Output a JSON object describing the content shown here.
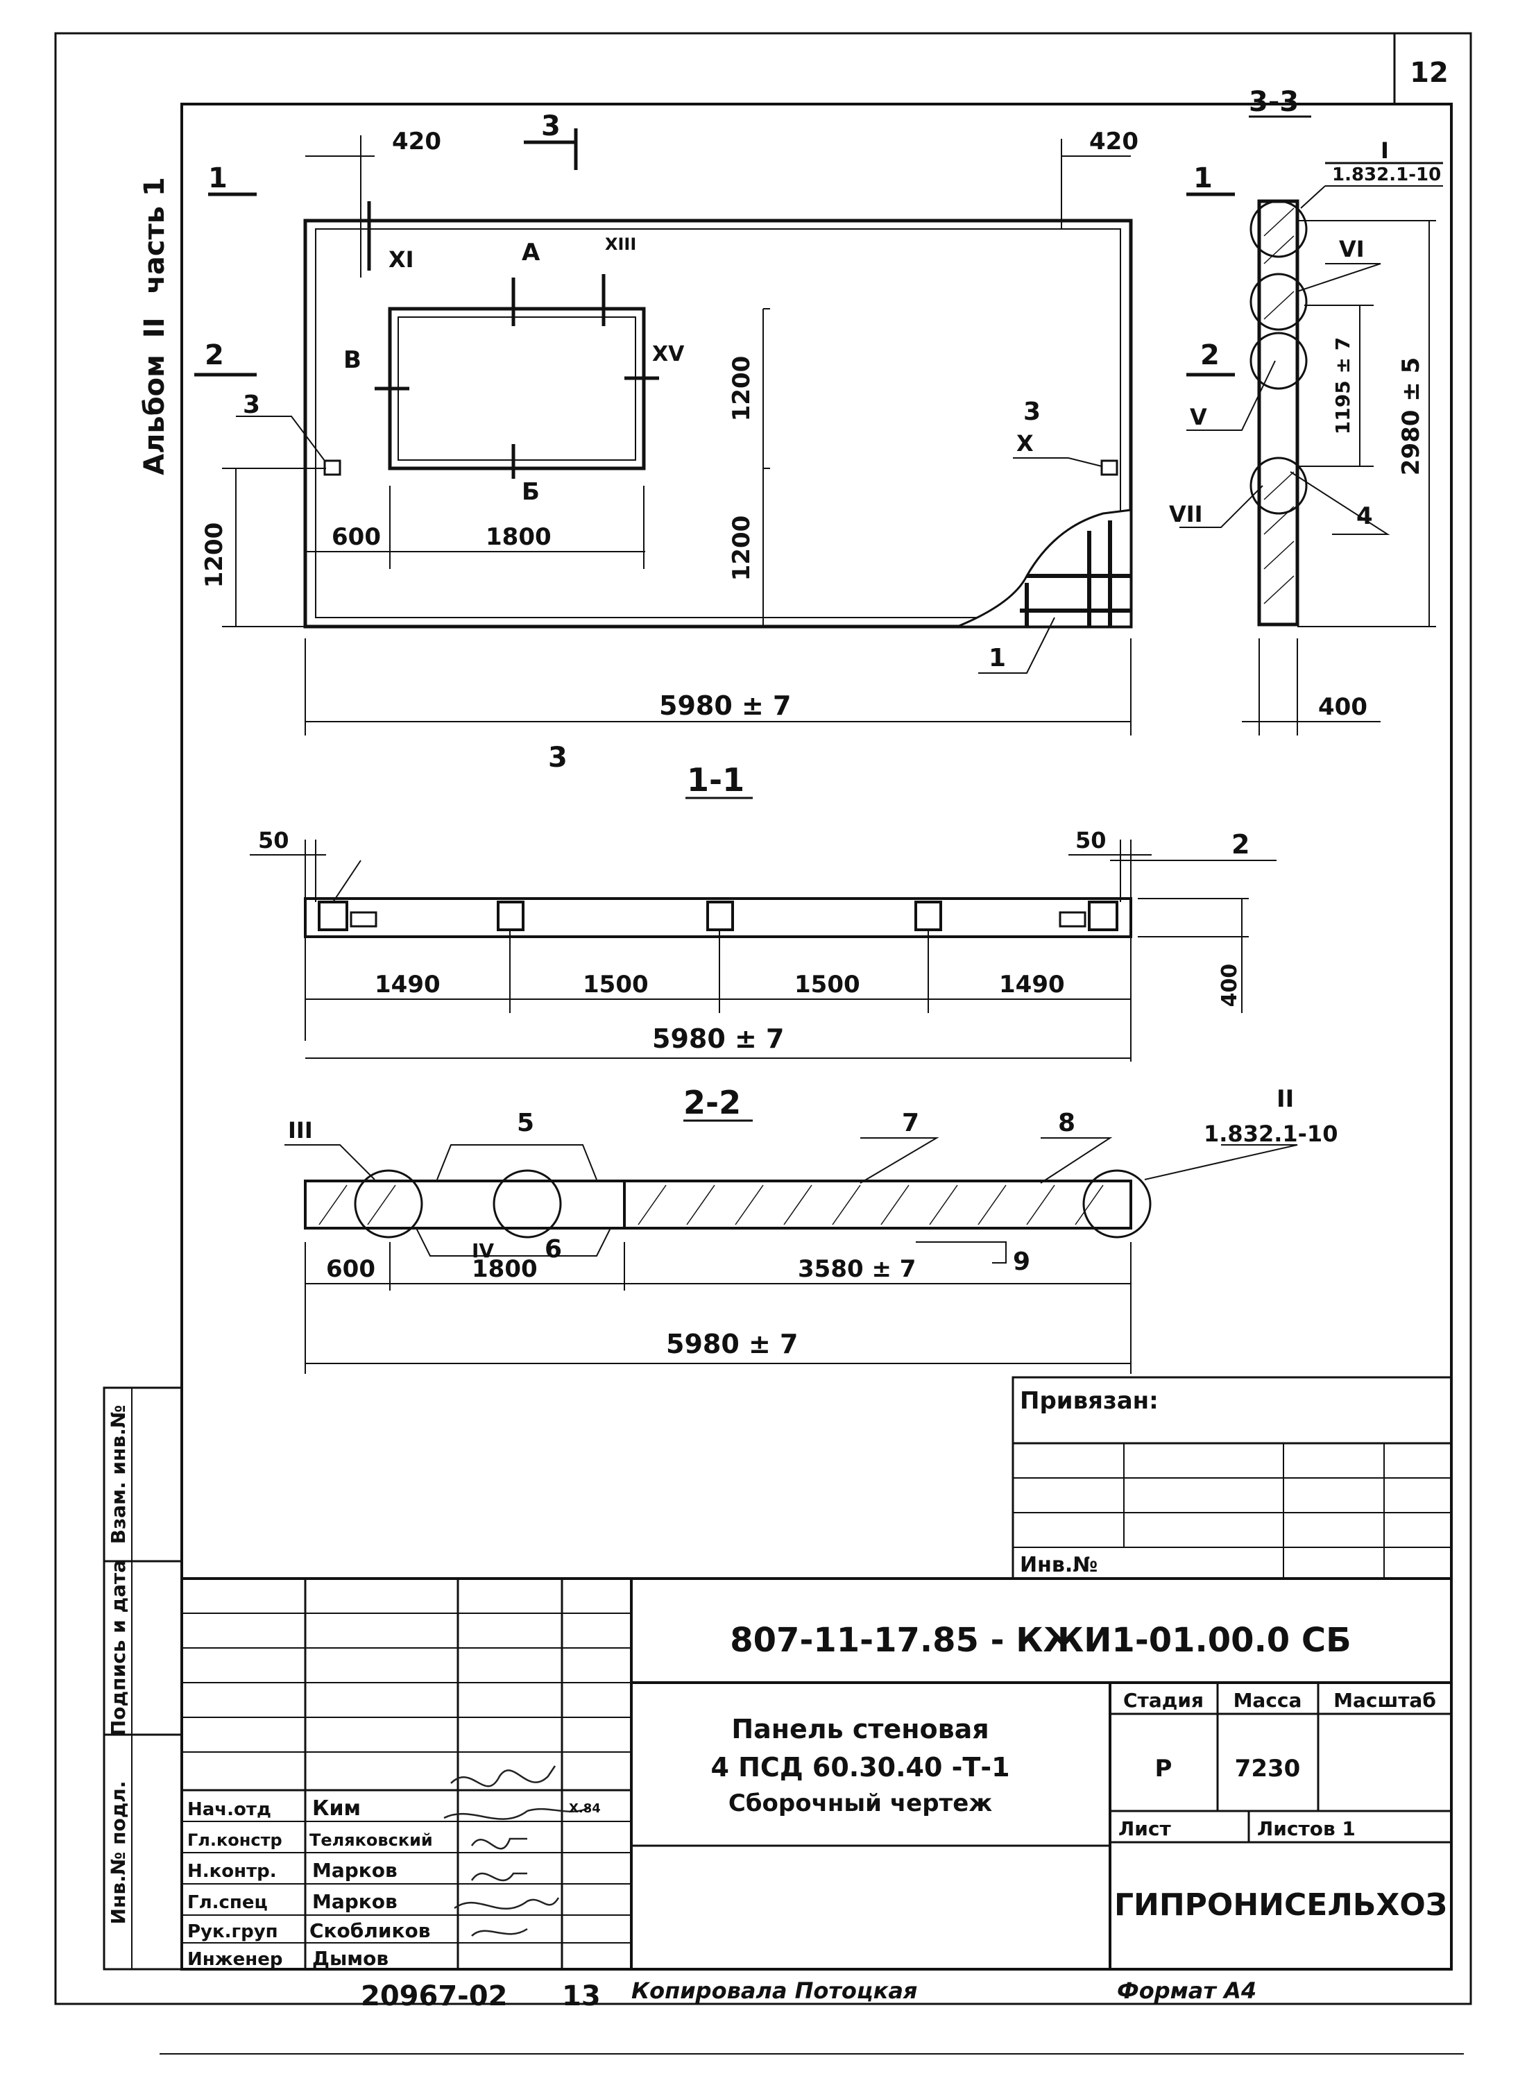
{
  "sheet": {
    "page_number": "12",
    "album_label": "Альбом",
    "album_number": "II",
    "part_label": "часть 1"
  },
  "plan_view": {
    "dims": [
      "420",
      "420",
      "1200",
      "1200",
      "1200",
      "600",
      "1800",
      "5980 ± 7"
    ],
    "marks": [
      "XI",
      "XIII",
      "XV",
      "А",
      "Б",
      "В",
      "X",
      "3",
      "3",
      "1"
    ],
    "section_marks": [
      "1",
      "1",
      "2",
      "2",
      "3",
      "3"
    ]
  },
  "section_3_3": {
    "title": "3-3",
    "ref_roman": "I",
    "ref_sheet": "1.832.1-10",
    "marks": [
      "VI",
      "V",
      "VII",
      "4"
    ],
    "dims": [
      "1195 ± 7",
      "2980 ± 5",
      "400"
    ]
  },
  "section_1_1": {
    "title": "1-1",
    "dims": [
      "50",
      "50",
      "1490",
      "1500",
      "1500",
      "1490",
      "5980 ± 7",
      "400"
    ],
    "marks": [
      "2"
    ]
  },
  "section_2_2": {
    "title": "2-2",
    "ref_roman": "II",
    "ref_sheet": "1.832.1-10",
    "marks": [
      "III",
      "IV",
      "5",
      "6",
      "7",
      "8",
      "9"
    ],
    "dims": [
      "600",
      "1800",
      "3580 ± 7",
      "5980 ± 7"
    ]
  },
  "binding_table": {
    "title": "Привязан:",
    "inv_label": "Инв.№"
  },
  "side_stamp": [
    "Взам. инв.№",
    "Подпись и дата",
    "Инв.№ подл."
  ],
  "title_block": {
    "doc_code": "807-11-17.85 - КЖИ1-01.00.0 СБ",
    "name_line1": "Панель стеновая",
    "name_line2": "4 ПСД 60.30.40 -Т-1",
    "name_line3": "Сборочный чертеж",
    "stage_label": "Стадия",
    "mass_label": "Масса",
    "scale_label": "Масштаб",
    "stage": "Р",
    "mass": "7230",
    "sheet_label": "Лист",
    "sheets_label": "Листов 1",
    "org": "ГИПРОНИСЕЛЬХОЗ",
    "people": [
      {
        "role": "Нач.отд",
        "name": "Ким"
      },
      {
        "role": "Гл.констр",
        "name": "Теляковский"
      },
      {
        "role": "Н.контр.",
        "name": "Марков"
      },
      {
        "role": "Гл.спец",
        "name": "Марков"
      },
      {
        "role": "Рук.груп",
        "name": "Скобликов"
      },
      {
        "role": "Инженер",
        "name": "Дымов"
      }
    ],
    "sign_date": "X.84"
  },
  "footer": {
    "left_number": "20967-02",
    "copy_number": "13",
    "copied_by": "Копировала  Потоцкая",
    "format": "Формат А4"
  }
}
